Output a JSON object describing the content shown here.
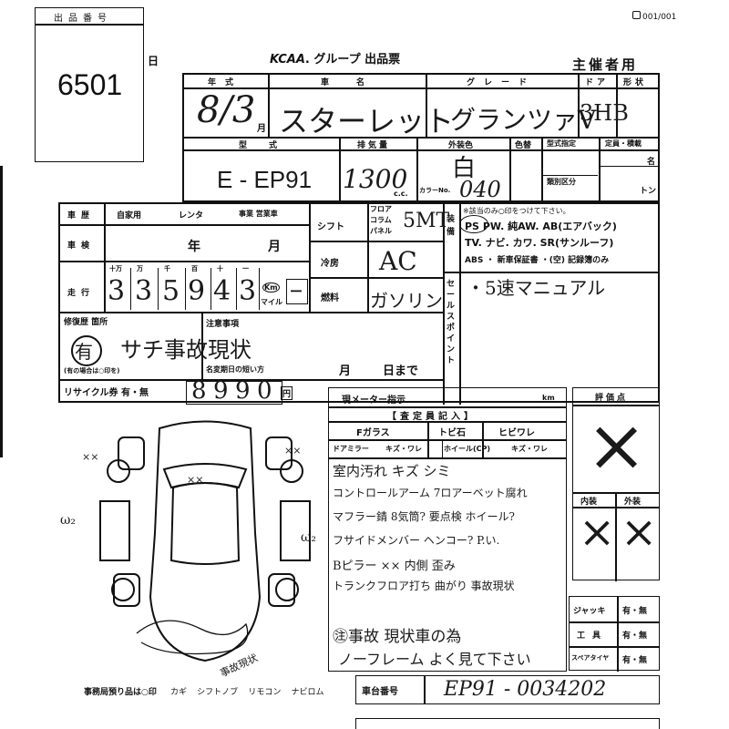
{
  "lot": {
    "header": "出品番号",
    "number": "6501",
    "day_char": "日"
  },
  "page_counter": "001/001",
  "title": {
    "logo": "KCAA",
    "text": ". グループ 出品票"
  },
  "organizer_label": "主催者用",
  "row1": {
    "headers": {
      "year": "年式",
      "name": "車名",
      "grade": "グレード",
      "doors": "ドア",
      "shape": "形状"
    },
    "values": {
      "year": "8/3",
      "month_unit": "月",
      "name": "スターレット",
      "grade": "グランツァV",
      "doors": "3HB"
    }
  },
  "row2": {
    "headers": {
      "model": "型式",
      "displacement": "排気量",
      "exterior_color": "外装色",
      "color_code": "色替",
      "model_cert": "型式指定",
      "capacity": "定員・積載"
    },
    "values": {
      "model": "E - EP91",
      "displacement": "1300",
      "cc_unit": "c.c.",
      "exterior_color": "白",
      "color_number_label": "カラーNo.",
      "color_number": "040"
    },
    "units": {
      "persons": "名",
      "tons": "トン"
    },
    "classification_label": "類別区分"
  },
  "history": {
    "label": "車歴",
    "options": [
      "自家用",
      "レンタ",
      "事業 営業車"
    ],
    "inspection_label": "車検",
    "year_unit": "年",
    "month_unit": "月",
    "mileage_label": "走行",
    "digit_headers": [
      "十万",
      "万",
      "千",
      "百",
      "十",
      "一"
    ],
    "digits": [
      "3",
      "3",
      "5",
      "9",
      "4",
      "3"
    ],
    "unit_km": "Km",
    "unit_mile": "マイル",
    "mileage_extra": "ー"
  },
  "shift": {
    "label": "シフト",
    "options": [
      "フロア",
      "コラム",
      "パネル"
    ],
    "value": "5MT"
  },
  "aircon": {
    "label": "冷房",
    "value": "AC"
  },
  "fuel": {
    "label": "燃料",
    "value": "ガソリン"
  },
  "equipment": {
    "side_label": "装備",
    "note": "※該当のみ○印をつけて下さい。",
    "line1": "PS  PW. 純AW. AB(エアバック)",
    "line2": "TV. ナビ. カワ. SR(サンルーフ)",
    "line3": "ABS ・ 新車保証書 ・(空) 記録簿のみ",
    "circled": "PS"
  },
  "sales_point": {
    "label": "セールスポイント",
    "text": "・5速マニュアル"
  },
  "repair": {
    "label": "修復歴 箇所",
    "circle": "有",
    "sub": "(有の場合は○印を)",
    "text": "サチ事故現状"
  },
  "notes": {
    "label": "注意事項",
    "sub": "名変期日の短い方",
    "month": "月",
    "day": "日まで"
  },
  "recycle": {
    "label": "リサイクル券 有・無",
    "amount": [
      "8",
      "9",
      "9",
      "0"
    ],
    "unit": "円"
  },
  "meter": {
    "label": "現メーター指示",
    "unit": "km"
  },
  "inspector": {
    "header": "【査定員記入】",
    "items": [
      "Fガラス",
      "トビ石",
      "ヒビワレ",
      "ドアミラー",
      "キズ・ワレ",
      "ホイール(CP)",
      "キズ・ワレ"
    ],
    "lines": [
      "室内汚れ キズ シミ",
      "コントロールアーム 7ロアーベット腐れ",
      "マフラー錆 8気筒? 要点検 ホイール?",
      "フサイドメンバー ヘンコー? P.い.",
      "Bピラー ××  内側 歪み",
      "トランクフロア打ち 曲がり 事故現状",
      "㊟事故 現状車の為",
      "ノーフレーム よく見て下さい"
    ]
  },
  "evaluation": {
    "label": "評価点",
    "value": "×",
    "interior": "内装",
    "exterior": "外装",
    "interior_value": "×",
    "exterior_value": "×"
  },
  "tools": [
    {
      "label": "ジャッキ",
      "value": "有・無"
    },
    {
      "label": "工具",
      "value": "有・無"
    },
    {
      "label": "スペアタイヤ",
      "value": "有・無"
    }
  ],
  "chassis": {
    "label": "車台番号",
    "value": "EP91 - 0034202"
  },
  "footer": {
    "text": "事務局預り品は○印",
    "items": [
      "カギ",
      "シフトノブ",
      "リモコン",
      "ナビロム"
    ]
  },
  "diagram_marks": {
    "xx_left": "××",
    "xx_right": "××",
    "xx_roof": "××",
    "u2_left": "ω₂",
    "u2_right": "ω₂",
    "bottom_note": "事故現状"
  }
}
